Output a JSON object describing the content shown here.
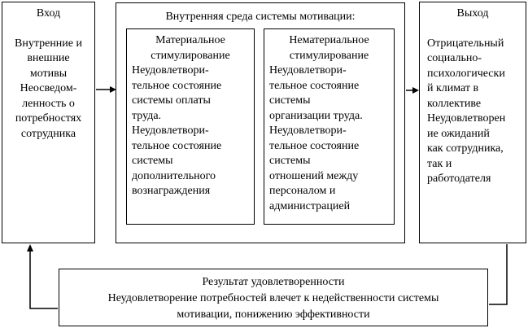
{
  "diagram": {
    "input_box": {
      "title": "Вход",
      "body": "Внутренние и\nвнешние\nмотивы\nНеосведом-\nленность о\nпотребностях\nсотрудника"
    },
    "environment_box": {
      "title": "Внутренняя среда системы мотивации:",
      "material_box": {
        "heading": "Материальное\nстимулирование",
        "body": "Неудовлетвори-\nтельное состояние\nсистемы оплаты\nтруда.\nНеудовлетвори-\nтельное состояние\nсистемы\nдополнительного\nвознаграждения"
      },
      "nonmaterial_box": {
        "heading": "Нематериальное\nстимулирование",
        "body": "Неудовлетвори-\nтельное состояние\nсистемы\nорганизации труда.\nНеудовлетвори-\nтельное состояние\nсистемы\nотношений между\nперсоналом и\nадминистрацией"
      }
    },
    "output_box": {
      "title": "Выход",
      "body": "Отрицательный\nсоциально-\nпсихологически\nй климат в\nколлективе\nНеудовлетворен\nие ожиданий\nкак сотрудника,\nтак и\nработодателя"
    },
    "result_box": {
      "body": "Результат удовлетворенности\nНеудовлетворение потребностей влечет к недейственности системы\nмотивации, понижению эффективности"
    },
    "colors": {
      "line": "#000000",
      "text": "#000000",
      "background": "#ffffff"
    }
  }
}
